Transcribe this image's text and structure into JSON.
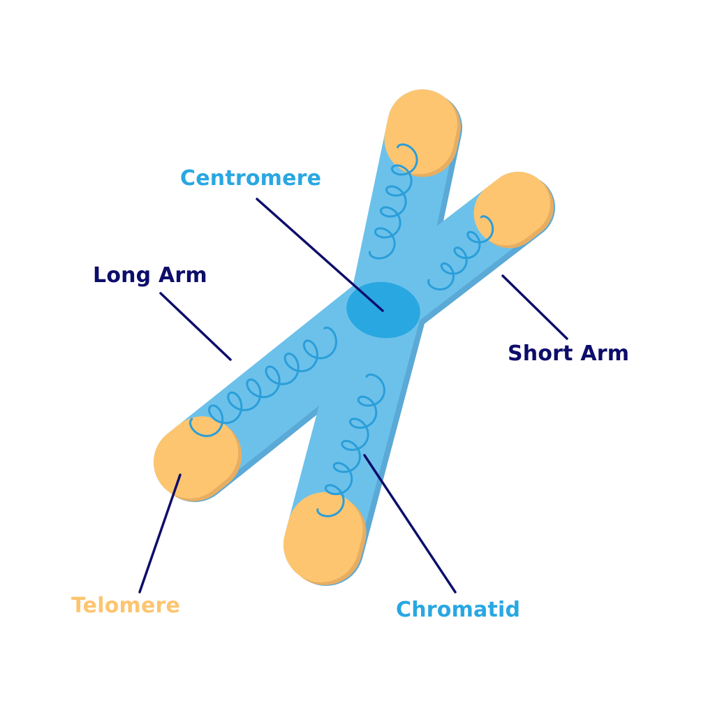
{
  "labels": {
    "centromere": "Centromere",
    "long_arm": "Long Arm",
    "short_arm": "Short Arm",
    "telomere": "Telomere",
    "chromatid": "Chromatid"
  },
  "colors": {
    "body": "#6CC1EA",
    "body_shadow": "#5AA9D6",
    "body_highlight": "#A9DDF5",
    "centromere": "#29A7E1",
    "telomere": "#FDC570",
    "telomere_shadow": "#E7AE62",
    "coil": "#2A9ED9",
    "leader": "#0D0D6B",
    "label_dark": "#0D0D6B",
    "label_blue": "#29A7E1",
    "label_orange": "#FDC570"
  }
}
